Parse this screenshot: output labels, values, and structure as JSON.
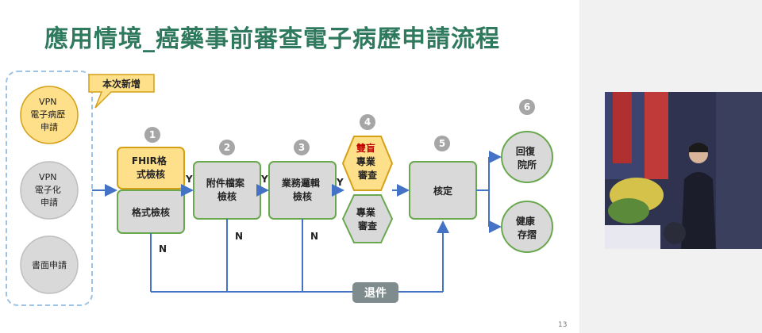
{
  "slide": {
    "title": "應用情境_癌藥事前審查電子病歷申請流程",
    "page_number": "13",
    "callout": "本次新增",
    "sources": [
      {
        "lines": [
          "VPN",
          "電子病歷",
          "申請"
        ],
        "highlight": true
      },
      {
        "lines": [
          "VPN",
          "電子化",
          "申請"
        ],
        "highlight": false
      },
      {
        "lines": [
          "書面申請"
        ],
        "highlight": false
      }
    ],
    "steps": [
      {
        "number": "1",
        "top_lines": [
          "FHIR格",
          "式檢核"
        ],
        "bottom_lines": [
          "格式檢核"
        ]
      },
      {
        "number": "2",
        "lines": [
          "附件檔案",
          "檢核"
        ]
      },
      {
        "number": "3",
        "lines": [
          "業務邏輯",
          "檢核"
        ]
      },
      {
        "number": "4",
        "top_lines": [
          "雙盲",
          "專業",
          "審查"
        ],
        "bottom_lines": [
          "專業",
          "審查"
        ]
      },
      {
        "number": "5",
        "lines": [
          "核定"
        ]
      },
      {
        "number": "6",
        "outcomes": [
          [
            "回復",
            "院所"
          ],
          [
            "健康",
            "存摺"
          ]
        ]
      }
    ],
    "yes_label": "Y",
    "no_label": "N",
    "return_label": "退件",
    "colors": {
      "title": "#2f7a5e",
      "box_fill": "#d9d9d9",
      "box_border": "#6aa84f",
      "highlight_fill": "#ffe08a",
      "highlight_border": "#d4a017",
      "arrow": "#4472c4",
      "emphasis_red": "#c00000",
      "circle_badge": "#a6a6a6"
    }
  },
  "presenter_video": {
    "description_icon": "presenter-video-feed"
  }
}
